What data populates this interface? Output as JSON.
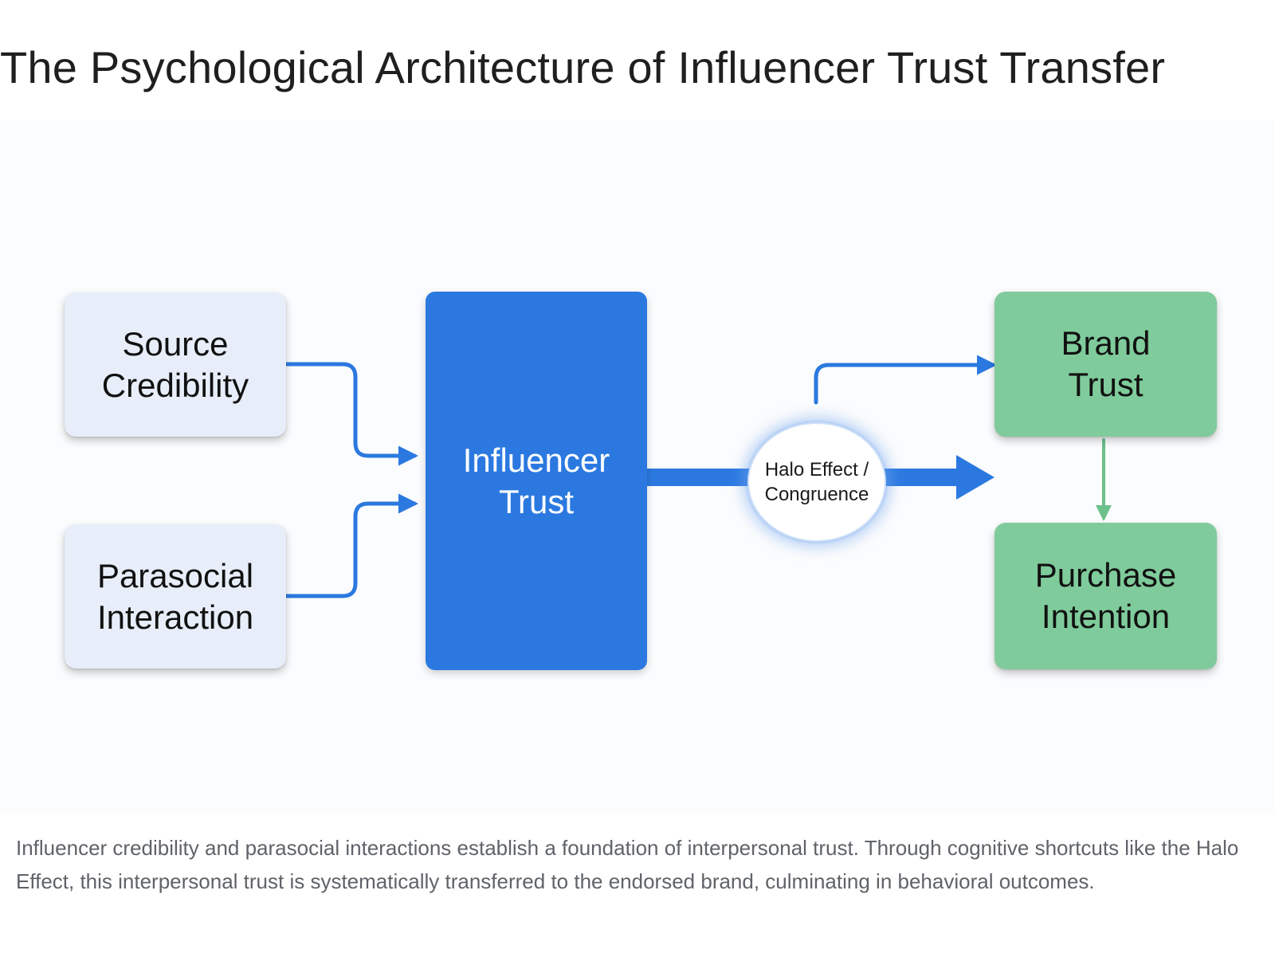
{
  "title": "The Psychological Architecture of Influencer Trust Transfer",
  "nodes": {
    "source_credibility": {
      "line1": "Source",
      "line2": "Credibility"
    },
    "parasocial_interaction": {
      "line1": "Parasocial",
      "line2": "Interaction"
    },
    "influencer_trust": {
      "line1": "Influencer",
      "line2": "Trust"
    },
    "brand_trust": {
      "line1": "Brand",
      "line2": "Trust"
    },
    "purchase_intention": {
      "line1": "Purchase",
      "line2": "Intention"
    },
    "halo_effect": {
      "line1": "Halo Effect /",
      "line2": "Congruence"
    }
  },
  "colors": {
    "input_box": "#e7eef9",
    "influencer_box": "#2b79e0",
    "outcome_box": "#7fcb9b",
    "arrow_blue": "#2b79e0",
    "arrow_green": "#6cc08b"
  },
  "caption": "Influencer credibility and parasocial interactions establish a foundation of interpersonal trust. Through cognitive shortcuts like the Halo Effect, this interpersonal trust is systematically transferred to the endorsed brand, culminating in behavioral outcomes."
}
